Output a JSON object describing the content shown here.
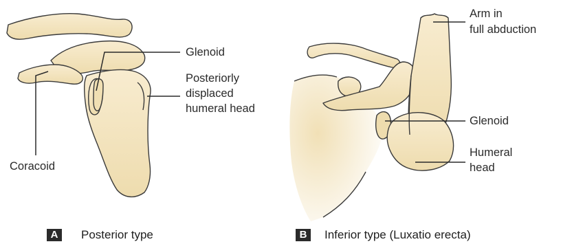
{
  "colors": {
    "bone_fill": "#f5e7c2",
    "bone_shadow": "#e3cf98",
    "outline": "#3a3a3a",
    "badge_bg": "#2b2b2b"
  },
  "panel_a": {
    "letter": "A",
    "caption": "Posterior type",
    "labels": {
      "glenoid": "Glenoid",
      "humeral_head": [
        "Posteriorly",
        "displaced",
        "humeral head"
      ],
      "coracoid": "Coracoid"
    }
  },
  "panel_b": {
    "letter": "B",
    "caption": "Inferior type (Luxatio erecta)",
    "labels": {
      "arm": [
        "Arm in",
        "full abduction"
      ],
      "glenoid": "Glenoid",
      "humeral_head": [
        "Humeral",
        "head"
      ]
    }
  }
}
